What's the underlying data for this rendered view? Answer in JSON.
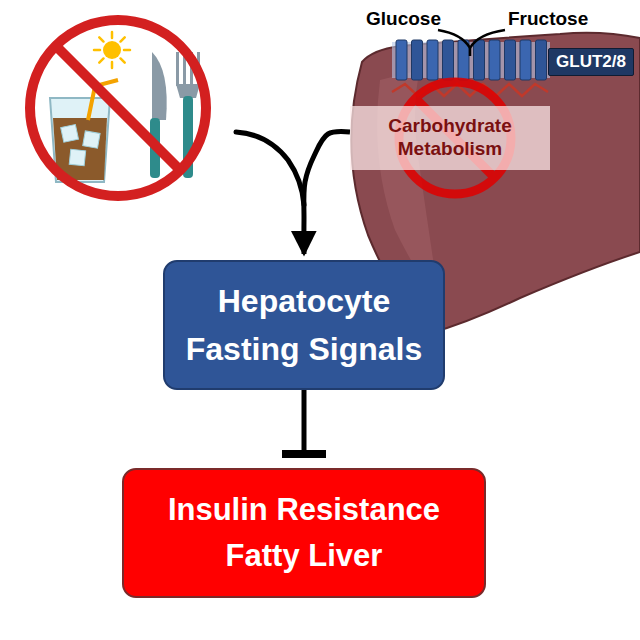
{
  "diagram": {
    "nodes": [
      {
        "text": [
          "GLUT2/8"
        ]
      },
      {
        "text": [
          "Carbohydrate Metabolism"
        ]
      },
      {
        "text": [
          "Hepatocyte Fasting Signals"
        ]
      },
      {
        "text": [
          "Insulin Resistance Fatty Liver"
        ]
      }
    ],
    "edges": [
      {
        "from": 1,
        "to": 2,
        "arrow": "to"
      },
      {
        "from": 2,
        "to": 3,
        "arrow": "to"
      }
    ],
    "labels": [
      "Glucose",
      "Fructose"
    ]
  }
}
